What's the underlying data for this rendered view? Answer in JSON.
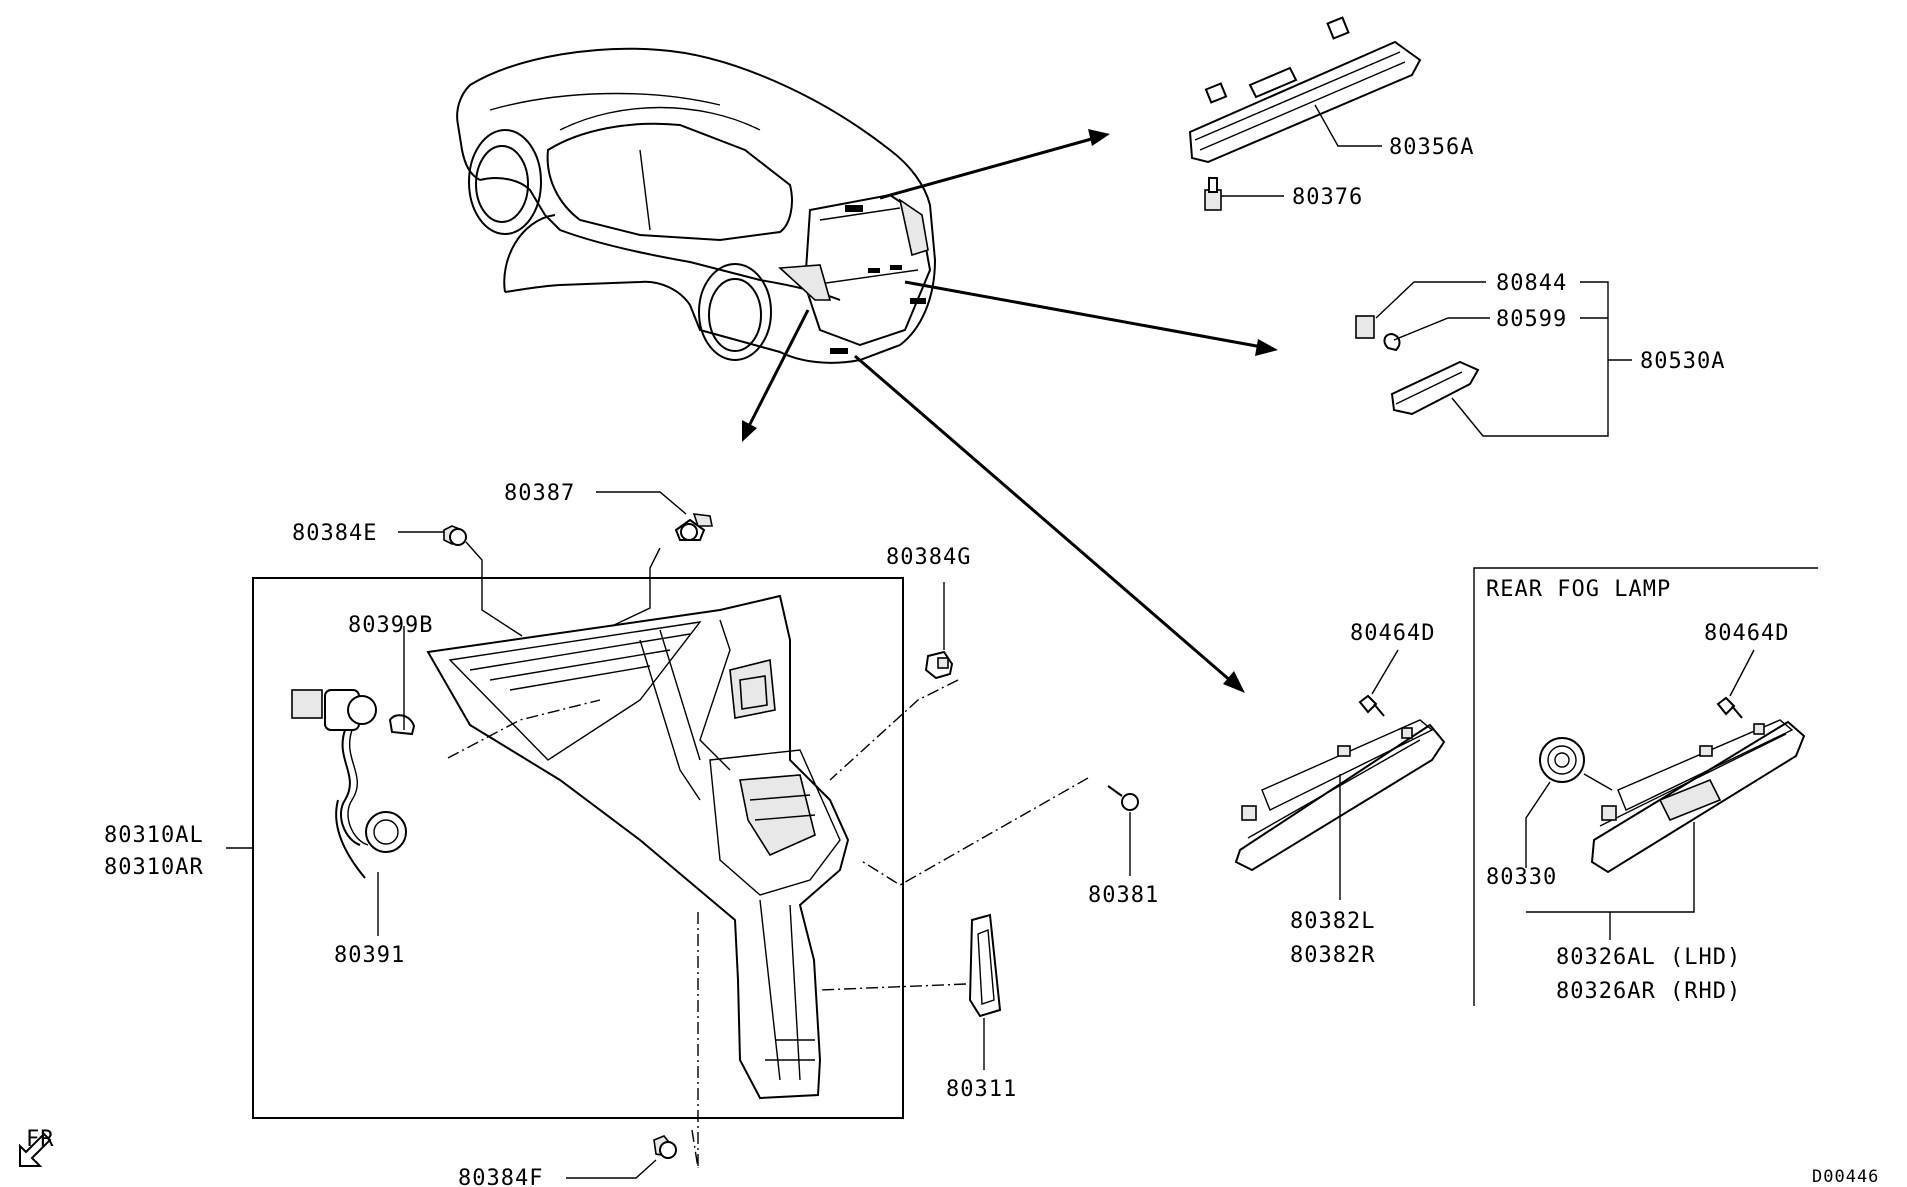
{
  "labels": {
    "p80356A": "80356A",
    "p80376": "80376",
    "p80844": "80844",
    "p80599": "80599",
    "p80530A": "80530A",
    "p80387": "80387",
    "p80384E": "80384E",
    "p80384G": "80384G",
    "p80399B": "80399B",
    "p80310AL": "80310AL",
    "p80310AR": "80310AR",
    "p80391": "80391",
    "p80381": "80381",
    "p80311": "80311",
    "p80384F": "80384F",
    "p80464D_left": "80464D",
    "p80382L": "80382L",
    "p80382R": "80382R",
    "fog_title": "REAR FOG LAMP",
    "p80464D_right": "80464D",
    "p80330": "80330",
    "p80326AL": "80326AL (LHD)",
    "p80326AR": "80326AR (RHD)",
    "front_indicator": "FR",
    "diagram_code": "D00446"
  }
}
